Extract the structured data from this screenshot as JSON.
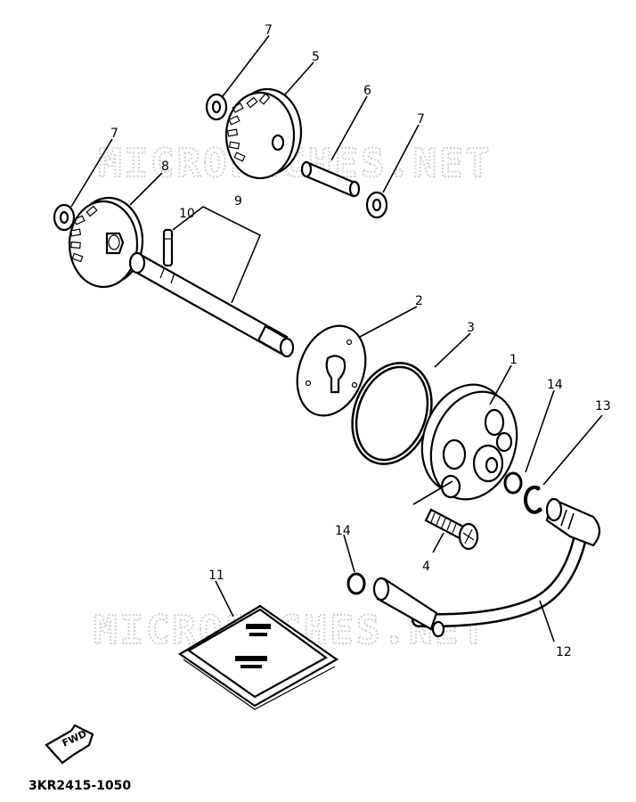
{
  "diagram": {
    "watermarks": [
      "MICROFICHES.NET",
      "MICROFICHES.NET"
    ],
    "callouts": {
      "c1": "1",
      "c2": "2",
      "c3": "3",
      "c4": "4",
      "c5": "5",
      "c6": "6",
      "c7a": "7",
      "c7b": "7",
      "c7c": "7",
      "c8": "8",
      "c9": "9",
      "c10": "10",
      "c11": "11",
      "c12": "12",
      "c13": "13",
      "c14a": "14",
      "c14b": "14"
    },
    "fwd_label": "FWD",
    "drawing_code": "3KR2415-1050"
  }
}
